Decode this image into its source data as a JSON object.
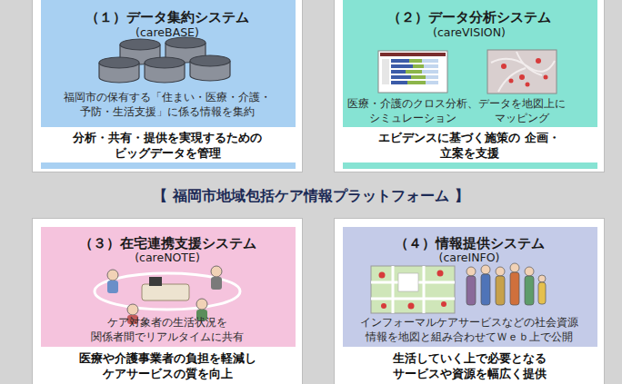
{
  "diagram": {
    "title": "【 福岡市地域包括ケア情報プラットフォーム 】",
    "nodes": [
      {
        "text": [
          "（１）データ集約システム",
          "(careBASE)",
          "福岡市の保有する「住まい・医療・介護・ 予防・生活支援」に係る情報を集約",
          "分析・共有・提供を実現するための ビッグデータを管理"
        ]
      },
      {
        "text": [
          "（２）データ分析システム",
          "(careVISION)",
          "医療・介護のクロス分析、 シミュレーション",
          "データを地図上に マッピング",
          "エビデンスに基づく施策の 企画・立案を支援"
        ]
      },
      {
        "text": [
          "（３）在宅連携支援システム",
          "(careNOTE)",
          "ケア対象者の生活状況を 関係者間でリアルタイムに共有",
          "医療や介護事業者の負担を軽減し ケアサービスの質を向上"
        ]
      },
      {
        "text": [
          "（４）情報提供システム",
          "(careINFO)",
          "インフォーマルケアサービスなどの社会資源 情報を地図と組み合わせてＷｅｂ上で公開",
          "生活していく上で必要となる サービスや資源を幅広く提供"
        ]
      }
    ]
  }
}
